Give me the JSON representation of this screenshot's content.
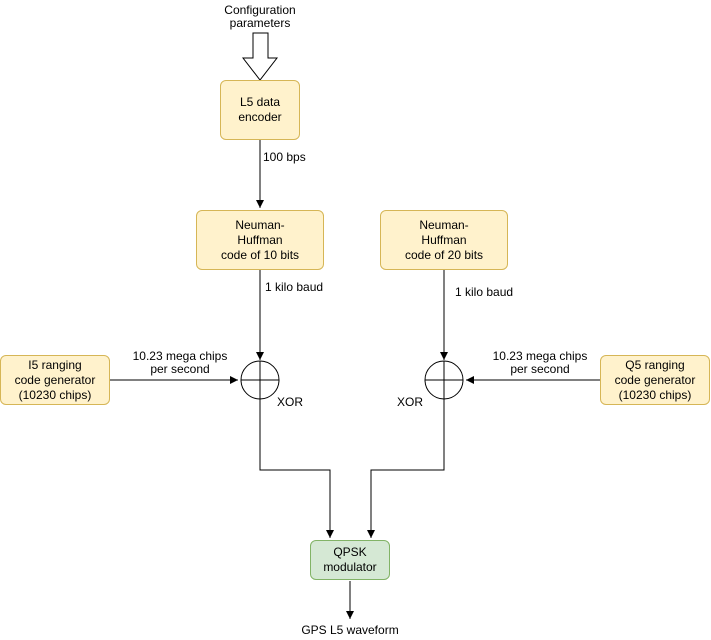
{
  "nodes": {
    "config_label": "Configuration\nparameters",
    "l5_encoder": "L5 data\nencoder",
    "nh10": "Neuman-\nHuffman\ncode of 10 bits",
    "nh20": "Neuman-\nHuffman\ncode of 20 bits",
    "i5_gen": "I5 ranging\ncode generator\n(10230 chips)",
    "q5_gen": "Q5 ranging\ncode generator\n(10230 chips)",
    "qpsk": "QPSK\nmodulator",
    "output": "GPS L5 waveform"
  },
  "edge_labels": {
    "rate_100bps": "100 bps",
    "baud_left": "1 kilo baud",
    "baud_right": "1 kilo baud",
    "chips_left": "10.23 mega chips\nper second",
    "chips_right": "10.23 mega chips\nper second",
    "xor_left": "XOR",
    "xor_right": "XOR"
  },
  "colors": {
    "yellow_fill": "#fff2cc",
    "yellow_stroke": "#d6b656",
    "green_fill": "#d5e8d4",
    "green_stroke": "#82b366"
  }
}
